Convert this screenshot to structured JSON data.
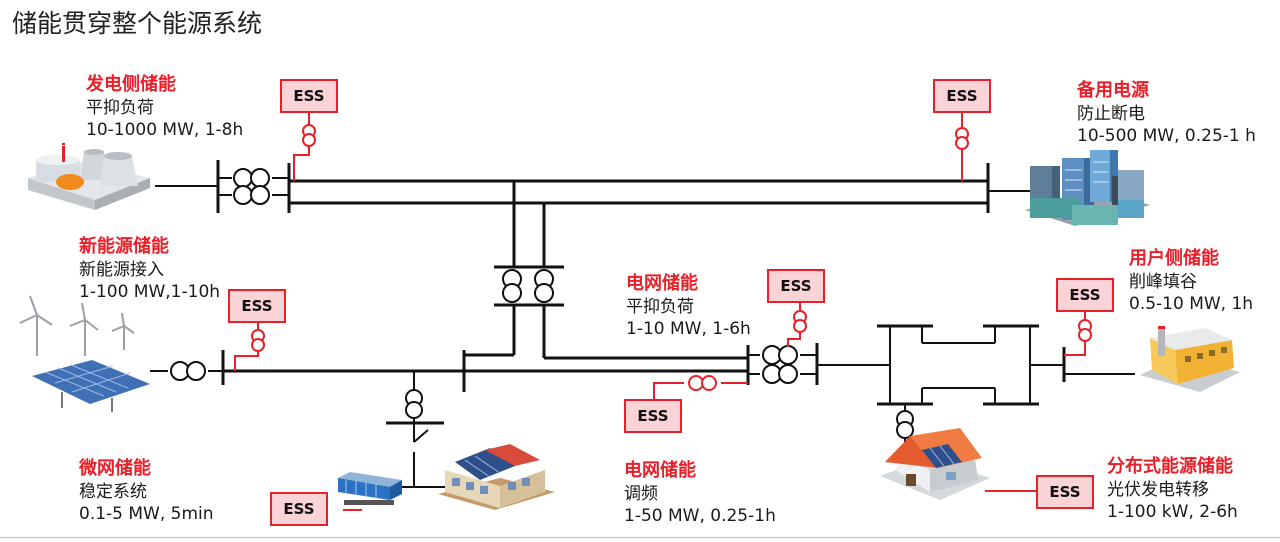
{
  "title": "储能贯穿整个能源系统",
  "ess_label": "ESS",
  "blocks": {
    "gen": {
      "heading": "发电侧储能",
      "sub": "平抑负荷",
      "spec": "10-1000 MW, 1-8h"
    },
    "backup": {
      "heading": "备用电源",
      "sub": "防止断电",
      "spec": "10-500 MW, 0.25-1 h"
    },
    "renew": {
      "heading": "新能源储能",
      "sub": "新能源接入",
      "spec": "1-100 MW,1-10h"
    },
    "grid1": {
      "heading": "电网储能",
      "sub": "平抑负荷",
      "spec": "1-10 MW, 1-6h"
    },
    "user": {
      "heading": "用户侧储能",
      "sub": "削峰填谷",
      "spec": "0.5-10 MW, 1h"
    },
    "micro": {
      "heading": "微网储能",
      "sub": "稳定系统",
      "spec": "0.1-5 MW, 5min"
    },
    "grid2": {
      "heading": "电网储能",
      "sub": "调频",
      "spec": "1-50 MW, 0.25-1h"
    },
    "dist": {
      "heading": "分布式能源储能",
      "sub": "光伏发电转移",
      "spec": "1-100 kW, 2-6h"
    }
  },
  "colors": {
    "accent": "#e8202a",
    "ess_fill": "#f9d3d6",
    "line": "#111111",
    "connector": "#e8202a"
  },
  "icons": [
    "power-plant-icon",
    "city-buildings-icon",
    "wind-solar-farm-icon",
    "factory-icon",
    "house-solar-icon",
    "ess-container-icon",
    "solar-building-icon"
  ]
}
